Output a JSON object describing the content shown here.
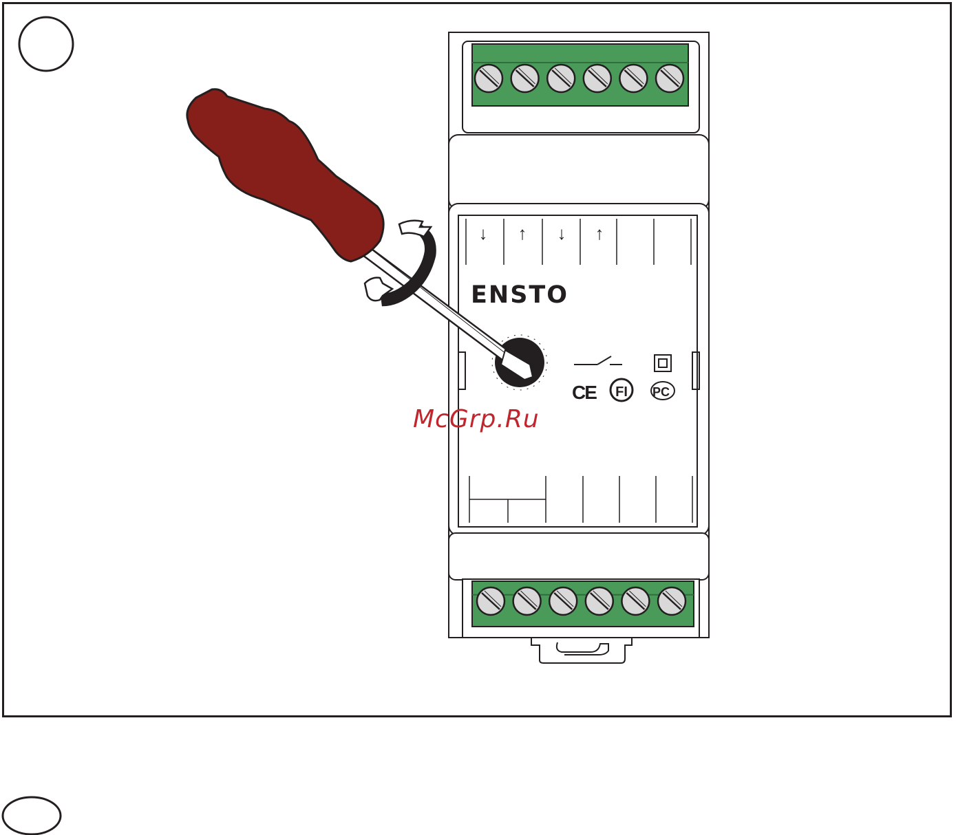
{
  "brand": {
    "name": "ENSTO",
    "watermark": "McGrp.Ru"
  },
  "marks": {
    "ce": "CE",
    "fi": "FI",
    "pct": "PC"
  },
  "terminal_labels": {
    "top": [
      "↓",
      "↑",
      "↓",
      "↑",
      "",
      ""
    ]
  },
  "colors": {
    "line": "#231f20",
    "terminal_green": "#4a9a5a",
    "terminal_dark": "#2f6e3c",
    "screwdriver_handle": "#861f1a",
    "watermark": "#c0262d",
    "screw": "#d9d9d9"
  }
}
